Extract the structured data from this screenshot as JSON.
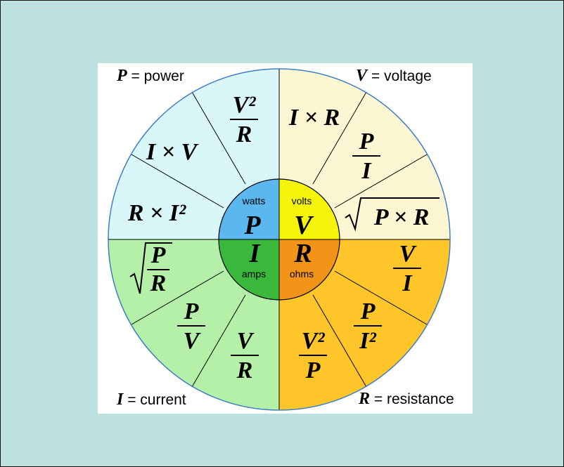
{
  "colors": {
    "frame_bg": "#bde0e1",
    "power_outer": "#d9f7f9",
    "voltage_outer": "#fdf6d2",
    "current_outer": "#b4f0a8",
    "resistance_outer": "#ffc529",
    "power_inner": "#5bb8ef",
    "voltage_inner": "#f5f50c",
    "current_inner": "#39b83c",
    "resistance_inner": "#f29418",
    "rim": "#3f7fc4"
  },
  "corners": {
    "power": {
      "symbol": "P",
      "text": "= power"
    },
    "voltage": {
      "symbol": "V",
      "text": "= voltage"
    },
    "current": {
      "symbol": "I",
      "text": "= current"
    },
    "resistance": {
      "symbol": "R",
      "text": "= resistance"
    }
  },
  "center": {
    "power": {
      "unit": "watts",
      "symbol": "P"
    },
    "voltage": {
      "unit": "volts",
      "symbol": "V"
    },
    "current": {
      "unit": "amps",
      "symbol": "I"
    },
    "resistance": {
      "unit": "ohms",
      "symbol": "R"
    }
  },
  "formulas": {
    "power": [
      "V²/R",
      "I × V",
      "R × I²"
    ],
    "voltage": [
      "I × R",
      "P/I",
      "√(P × R)"
    ],
    "current": [
      "√(P/R)",
      "P/V",
      "V/R"
    ],
    "resistance": [
      "V/I",
      "P/I²",
      "V²/P"
    ]
  }
}
